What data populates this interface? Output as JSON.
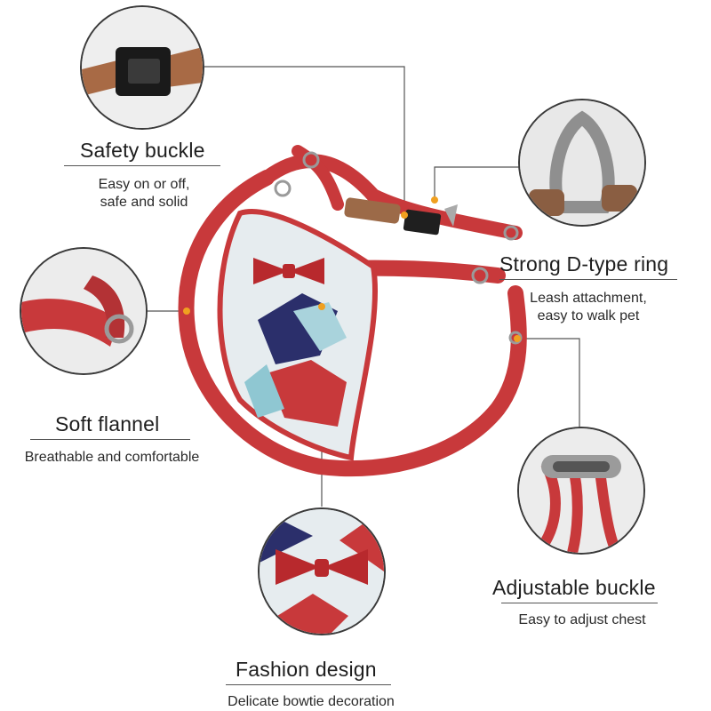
{
  "features": [
    {
      "id": "safety-buckle",
      "title": "Safety buckle",
      "desc_lines": [
        "Easy on or off,",
        "safe and solid"
      ]
    },
    {
      "id": "d-ring",
      "title": "Strong D-type ring",
      "desc_lines": [
        "Leash attachment,",
        "easy to walk pet"
      ]
    },
    {
      "id": "soft-flannel",
      "title": "Soft flannel",
      "desc_lines": [
        "Breathable and comfortable"
      ]
    },
    {
      "id": "adjustable-buckle",
      "title": "Adjustable buckle",
      "desc_lines": [
        "Easy to adjust chest"
      ]
    },
    {
      "id": "fashion-design",
      "title": "Fashion design",
      "desc_lines": [
        "Delicate bowtie decoration"
      ]
    }
  ],
  "colors": {
    "harness_red": "#c8393b",
    "leather_brown": "#9c6a48",
    "navy": "#2b2f6b",
    "accent_orange": "#f0a020",
    "line": "#555555"
  }
}
